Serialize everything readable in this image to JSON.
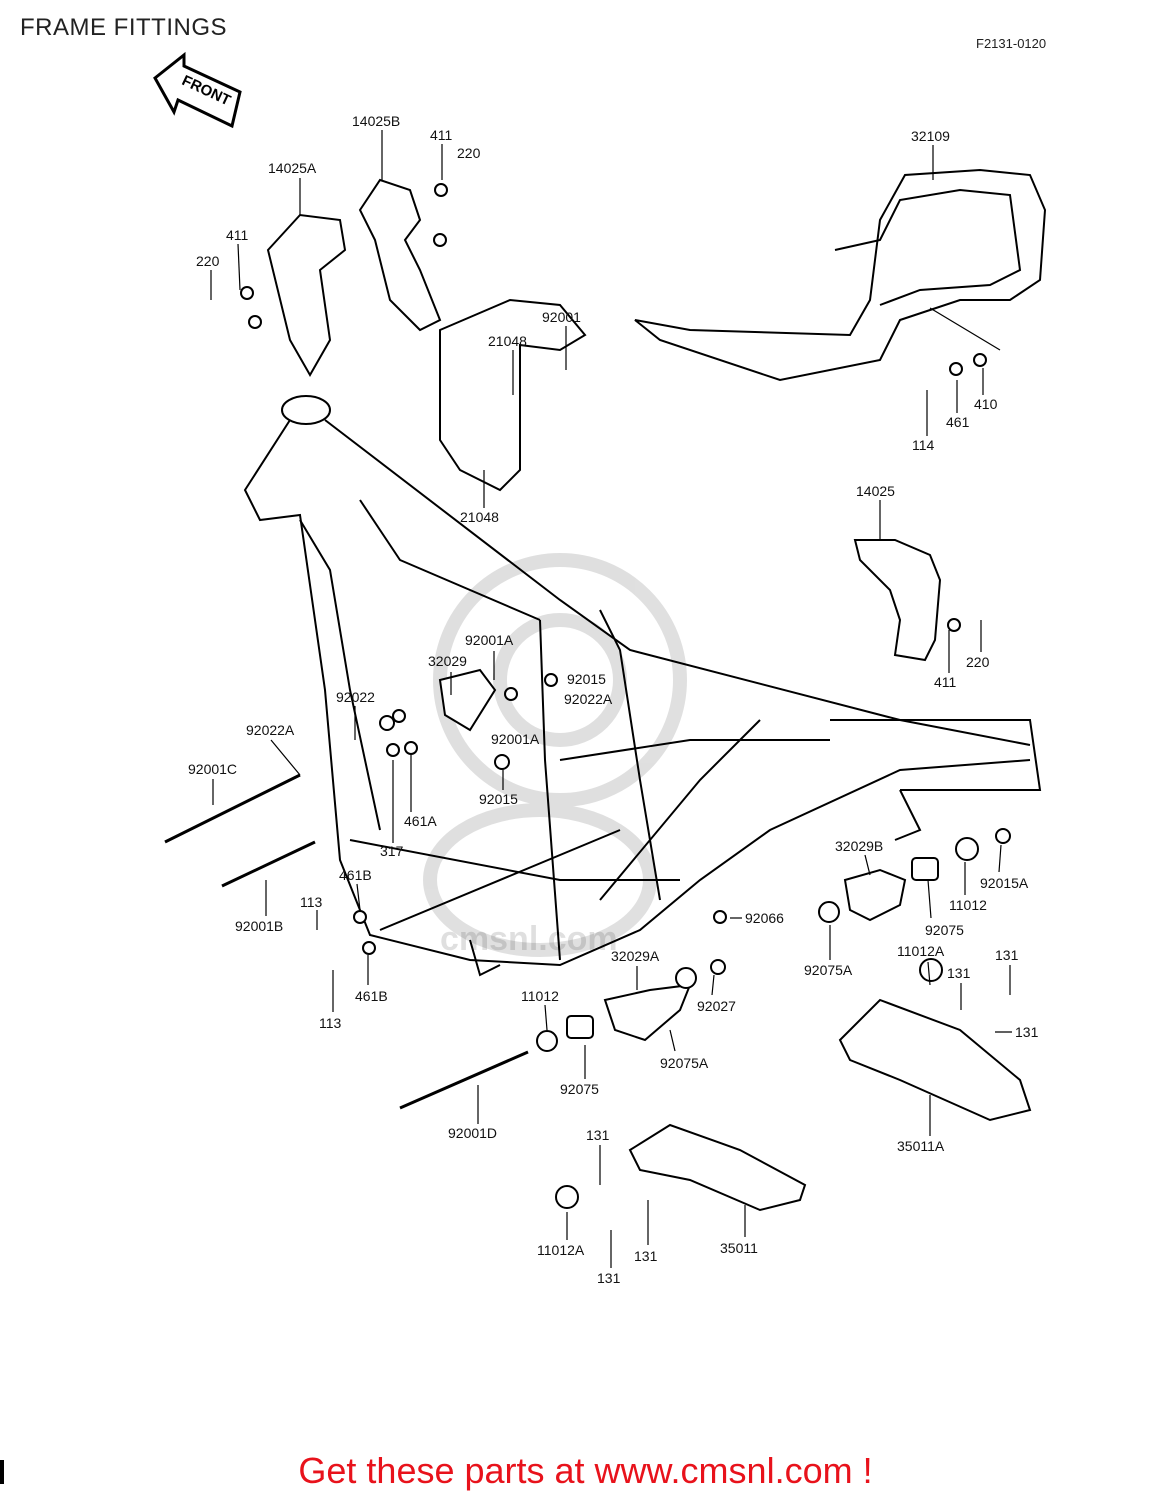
{
  "page": {
    "title": "FRAME FITTINGS",
    "figure_code": "F2131-0120",
    "front_arrow_text": "FRONT",
    "footer": "Get these parts at www.cmsnl.com !",
    "watermark": "cmsnl.com",
    "footer_color": "#e8121b"
  },
  "callouts": [
    {
      "id": "c1",
      "text": "14025B"
    },
    {
      "id": "c2",
      "text": "411"
    },
    {
      "id": "c3",
      "text": "220"
    },
    {
      "id": "c4",
      "text": "14025A"
    },
    {
      "id": "c5",
      "text": "411"
    },
    {
      "id": "c6",
      "text": "220"
    },
    {
      "id": "c7",
      "text": "32109"
    },
    {
      "id": "c8",
      "text": "92001"
    },
    {
      "id": "c9",
      "text": "21048"
    },
    {
      "id": "c10",
      "text": "21048"
    },
    {
      "id": "c11",
      "text": "114"
    },
    {
      "id": "c12",
      "text": "461"
    },
    {
      "id": "c13",
      "text": "410"
    },
    {
      "id": "c14",
      "text": "14025"
    },
    {
      "id": "c15",
      "text": "411"
    },
    {
      "id": "c16",
      "text": "220"
    },
    {
      "id": "c17",
      "text": "92001A"
    },
    {
      "id": "c18",
      "text": "32029"
    },
    {
      "id": "c19",
      "text": "92015"
    },
    {
      "id": "c20",
      "text": "92022A"
    },
    {
      "id": "c21",
      "text": "92022"
    },
    {
      "id": "c22",
      "text": "92022A"
    },
    {
      "id": "c23",
      "text": "92001A"
    },
    {
      "id": "c24",
      "text": "92001C"
    },
    {
      "id": "c25",
      "text": "92015"
    },
    {
      "id": "c26",
      "text": "461A"
    },
    {
      "id": "c27",
      "text": "317"
    },
    {
      "id": "c28",
      "text": "461B"
    },
    {
      "id": "c29",
      "text": "113"
    },
    {
      "id": "c30",
      "text": "92001B"
    },
    {
      "id": "c31",
      "text": "461B"
    },
    {
      "id": "c32",
      "text": "113"
    },
    {
      "id": "c33",
      "text": "32029B"
    },
    {
      "id": "c34",
      "text": "92015A"
    },
    {
      "id": "c35",
      "text": "11012"
    },
    {
      "id": "c36",
      "text": "92075"
    },
    {
      "id": "c37",
      "text": "92066"
    },
    {
      "id": "c38",
      "text": "92075A"
    },
    {
      "id": "c39",
      "text": "11012A"
    },
    {
      "id": "c40",
      "text": "131"
    },
    {
      "id": "c41",
      "text": "131"
    },
    {
      "id": "c42",
      "text": "131"
    },
    {
      "id": "c43",
      "text": "32029A"
    },
    {
      "id": "c44",
      "text": "92027"
    },
    {
      "id": "c45",
      "text": "11012"
    },
    {
      "id": "c46",
      "text": "92075A"
    },
    {
      "id": "c47",
      "text": "92075"
    },
    {
      "id": "c48",
      "text": "35011A"
    },
    {
      "id": "c49",
      "text": "92001D"
    },
    {
      "id": "c50",
      "text": "131"
    },
    {
      "id": "c51",
      "text": "11012A"
    },
    {
      "id": "c52",
      "text": "131"
    },
    {
      "id": "c53",
      "text": "131"
    },
    {
      "id": "c54",
      "text": "35011"
    }
  ]
}
